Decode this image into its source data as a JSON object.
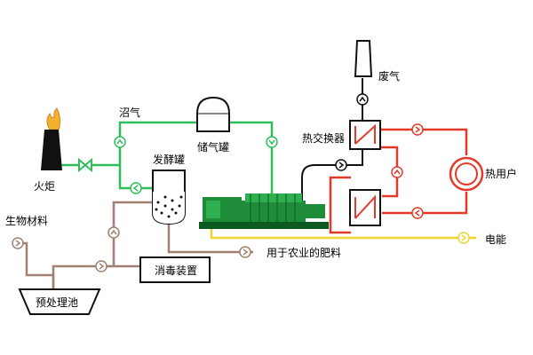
{
  "labels": {
    "flare": "火炬",
    "biogas": "沼气",
    "gas_holder": "储气罐",
    "digester": "发酵罐",
    "heat_exchanger": "热交换器",
    "exhaust": "废气",
    "heat_user": "热用户",
    "electricity": "电能",
    "fertilizer": "用于农业的肥料",
    "disinfection": "消毒装置",
    "biomass": "生物材料",
    "pretreatment": "预处理池"
  },
  "colors": {
    "gas_line": "#2dbe5a",
    "hot_water_line": "#e53a2a",
    "power_line": "#f2d230",
    "material_line": "#a08070",
    "engine": "#1f8c3a"
  },
  "icons": {
    "flow_direction": "chevron-arrow-icon",
    "valve": "valve-icon",
    "flame": "flame-icon"
  }
}
